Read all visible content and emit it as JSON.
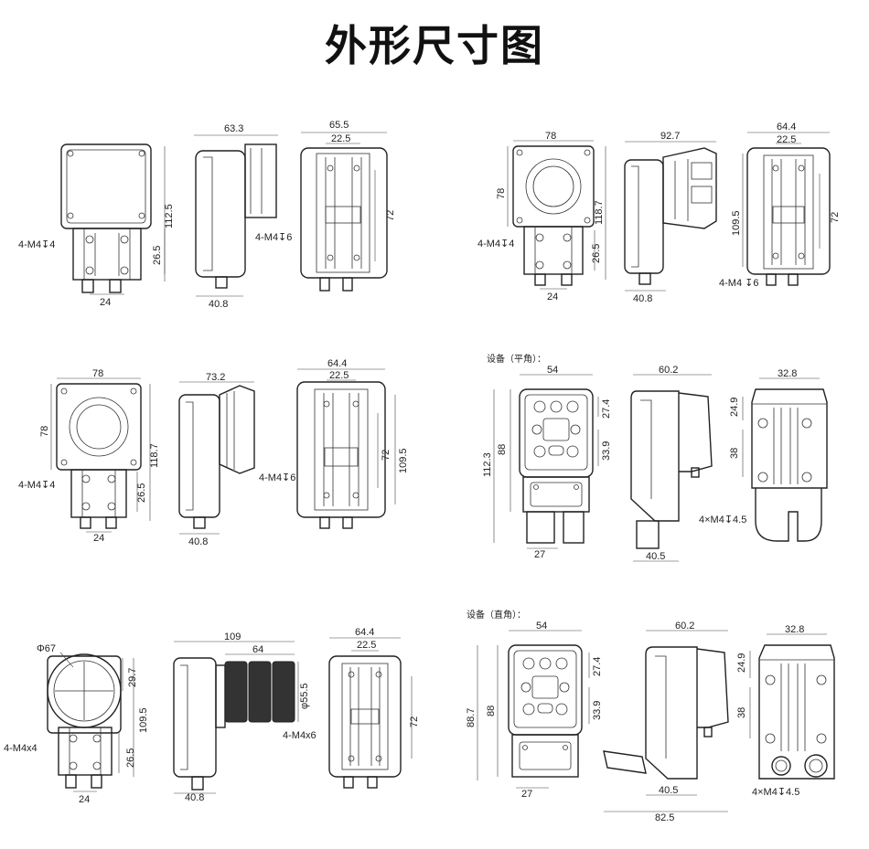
{
  "title": "外形尺寸图",
  "figures": [
    {
      "id": "model-1",
      "dimensions": [
        "112.5",
        "4-M4↧4",
        "26.5",
        "24",
        "63.3",
        "4-M4↧6",
        "40.8",
        "65.5",
        "22.5",
        "72"
      ]
    },
    {
      "id": "model-2",
      "dimensions": [
        "78",
        "78",
        "118.7",
        "4-M4↧4",
        "26.5",
        "24",
        "92.7",
        "40.8",
        "64.4",
        "22.5",
        "109.5",
        "72",
        "4-M4 ↧6"
      ]
    },
    {
      "id": "model-3",
      "dimensions": [
        "78",
        "78",
        "118.7",
        "4-M4↧4",
        "26.5",
        "24",
        "73.2",
        "40.8",
        "4-M4↧6",
        "64.4",
        "22.5",
        "72",
        "109.5"
      ]
    },
    {
      "id": "model-4-flat",
      "caption": "设备（平角）：",
      "dimensions": [
        "54",
        "27.4",
        "112.3",
        "88",
        "33.9",
        "27",
        "60.2",
        "40.5",
        "32.8",
        "24.9",
        "38",
        "4×M4↧4.5"
      ]
    },
    {
      "id": "model-5",
      "dimensions": [
        "Φ67",
        "29.7",
        "109.5",
        "4-M4x4",
        "26.5",
        "24",
        "109",
        "64",
        "φ55.5",
        "40.8",
        "64.4",
        "22.5",
        "4-M4x6",
        "72"
      ]
    },
    {
      "id": "model-6-right-angle",
      "caption": "设备（直角）：",
      "dimensions": [
        "54",
        "88.7",
        "88",
        "27.4",
        "33.9",
        "27",
        "60.2",
        "40.5",
        "82.5",
        "32.8",
        "24.9",
        "38",
        "4×M4↧4.5"
      ]
    }
  ]
}
